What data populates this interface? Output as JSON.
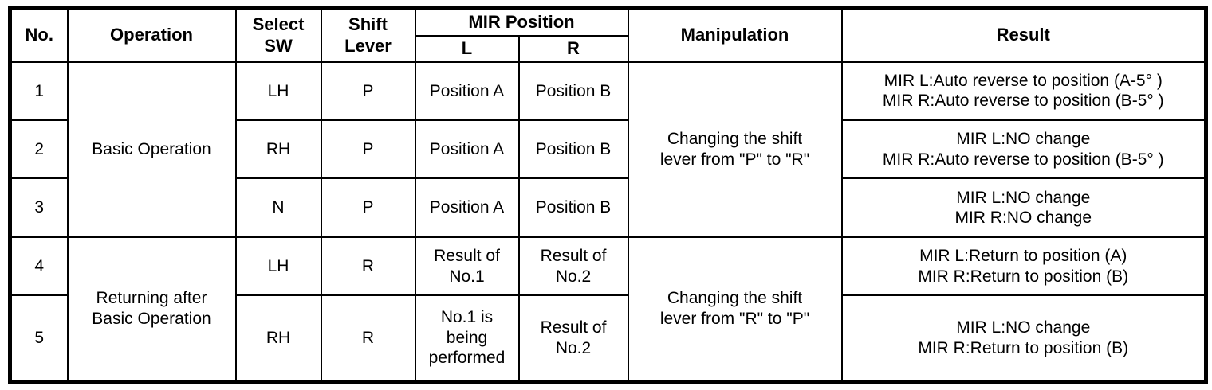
{
  "table": {
    "headers": {
      "no": "No.",
      "operation": "Operation",
      "select_sw_line1": "Select",
      "select_sw_line2": "SW",
      "shift_lever_line1": "Shift",
      "shift_lever_line2": "Lever",
      "mir_position": "MIR Position",
      "mir_l": "L",
      "mir_r": "R",
      "manipulation": "Manipulation",
      "result": "Result"
    },
    "groups": {
      "operation_basic": "Basic Operation",
      "operation_returning_line1": "Returning after",
      "operation_returning_line2": "Basic Operation",
      "manipulation_p_to_r_line1": "Changing the shift",
      "manipulation_p_to_r_line2": "lever from \"P\" to \"R\"",
      "manipulation_r_to_p_line1": "Changing the shift",
      "manipulation_r_to_p_line2": "lever from \"R\" to \"P\""
    },
    "rows": [
      {
        "no": "1",
        "select_sw": "LH",
        "shift_lever": "P",
        "mir_l": "Position A",
        "mir_r": "Position B",
        "result_line1": "MIR L:Auto reverse to position (A-5° )",
        "result_line2": "MIR R:Auto reverse to position (B-5° )"
      },
      {
        "no": "2",
        "select_sw": "RH",
        "shift_lever": "P",
        "mir_l": "Position A",
        "mir_r": "Position B",
        "result_line1": "MIR L:NO change",
        "result_line2": "MIR R:Auto reverse to position (B-5° )"
      },
      {
        "no": "3",
        "select_sw": "N",
        "shift_lever": "P",
        "mir_l": "Position A",
        "mir_r": "Position B",
        "result_line1": "MIR L:NO change",
        "result_line2": "MIR R:NO change"
      },
      {
        "no": "4",
        "select_sw": "LH",
        "shift_lever": "R",
        "mir_l_line1": "Result of",
        "mir_l_line2": "No.1",
        "mir_r_line1": "Result of",
        "mir_r_line2": "No.2",
        "result_line1": "MIR L:Return to position (A)",
        "result_line2": "MIR R:Return to position (B)"
      },
      {
        "no": "5",
        "select_sw": "RH",
        "shift_lever": "R",
        "mir_l_line1": "No.1 is",
        "mir_l_line2": "being",
        "mir_l_line3": "performed",
        "mir_r_line1": "Result of",
        "mir_r_line2": "No.2",
        "result_line1": "MIR L:NO change",
        "result_line2": "MIR R:Return to position (B)"
      }
    ]
  }
}
